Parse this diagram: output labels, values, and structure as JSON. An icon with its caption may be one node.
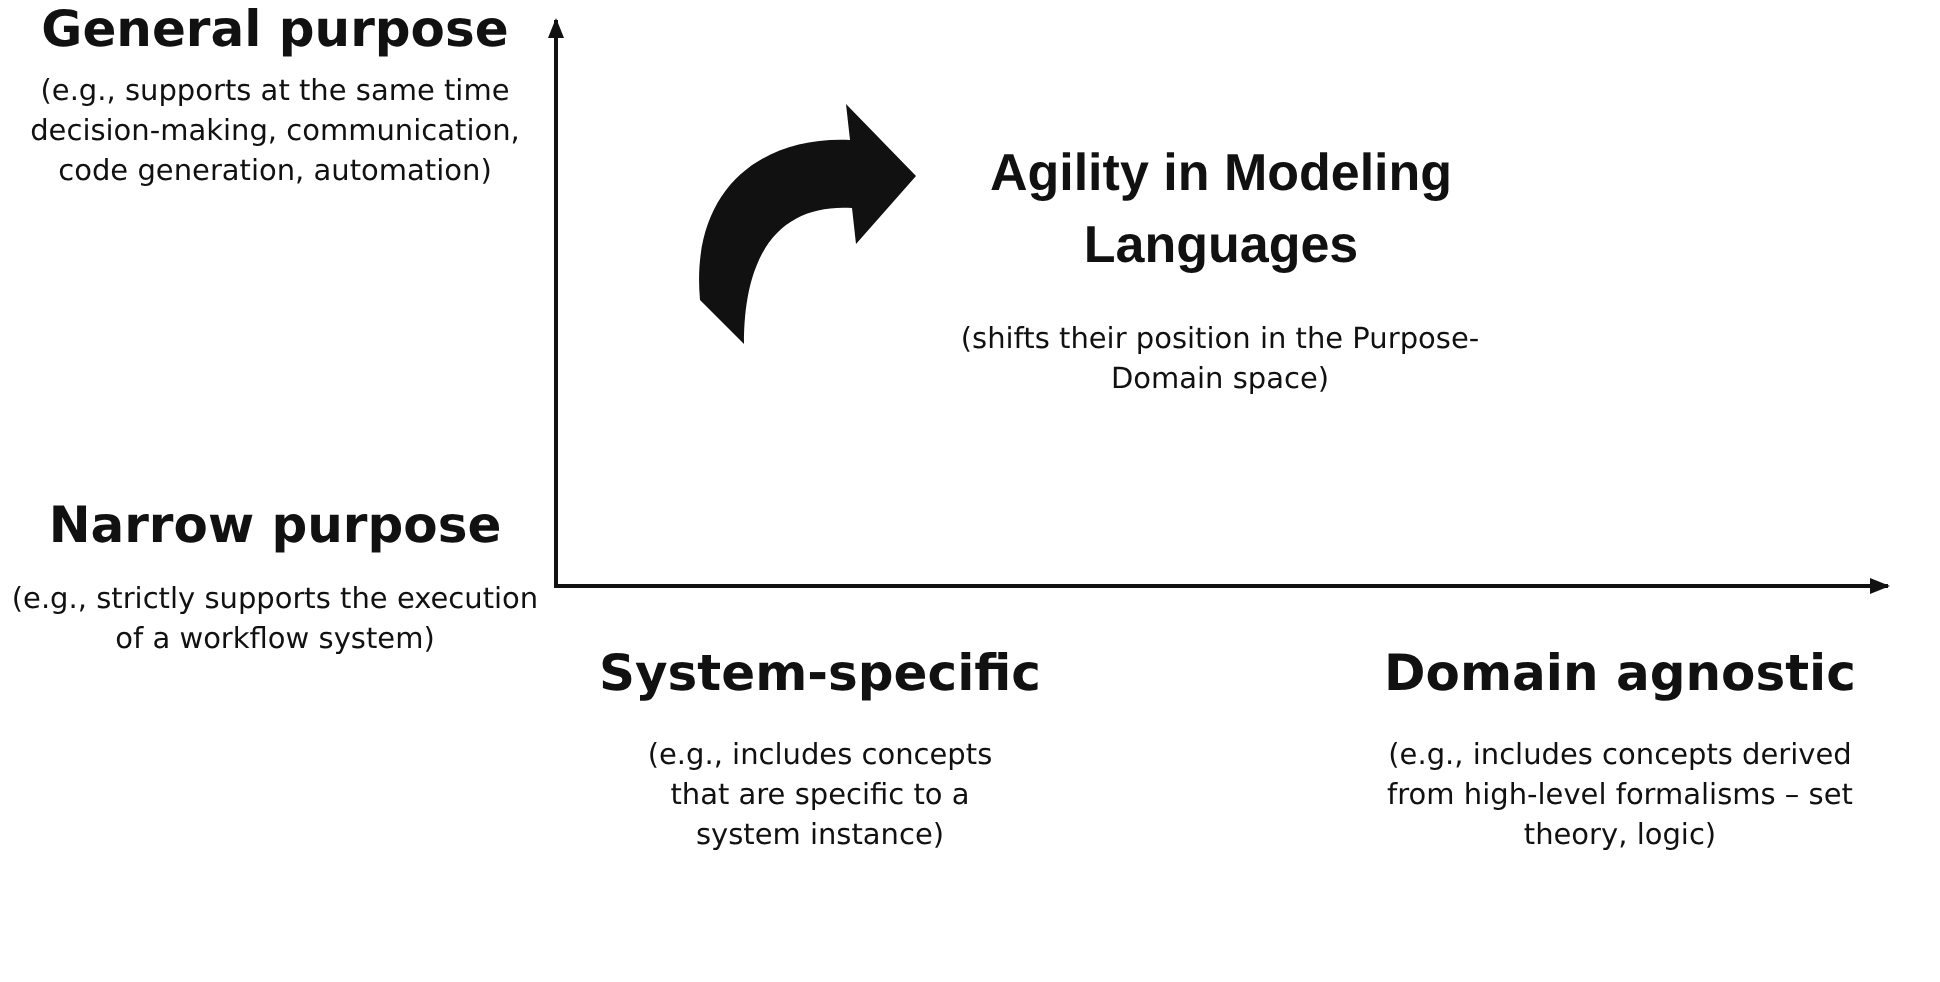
{
  "diagram": {
    "labels": [
      "General purpose",
      "(e.g., supports at the same time decision-making, communication, code generation, automation)",
      "Agility in Modeling Languages",
      "(shifts their position in the Purpose-Domain space)",
      "Narrow purpose",
      "(e.g., strictly supports the execution of a workflow system)",
      "System-specific",
      "(e.g., includes concepts that are specific to a system instance)",
      "Domain agnostic",
      "(e.g., includes concepts derived from high-level formalisms – set theory, logic)"
    ]
  }
}
